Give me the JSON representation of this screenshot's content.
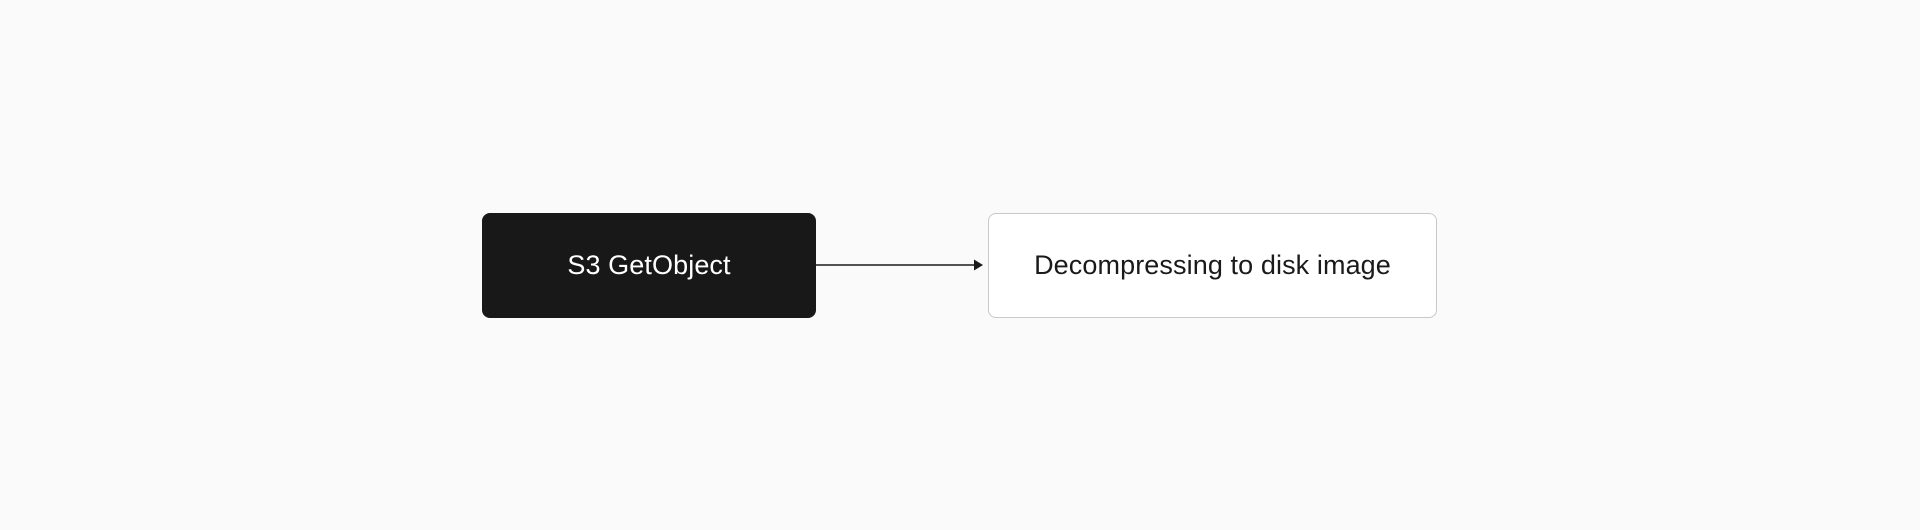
{
  "diagram": {
    "type": "flow",
    "nodes": [
      {
        "id": "s3-getobject",
        "label": "S3 GetObject",
        "style": "dark",
        "fill": "#181818",
        "text_color": "#ffffff"
      },
      {
        "id": "decompress",
        "label": "Decompressing to disk image",
        "style": "light",
        "fill": "#ffffff",
        "text_color": "#1a1a1a",
        "border": "#c8c8c8"
      }
    ],
    "edges": [
      {
        "from": "s3-getobject",
        "to": "decompress",
        "arrow": "filled-triangle",
        "color": "#1a1a1a"
      }
    ],
    "background": "#fafafa"
  }
}
